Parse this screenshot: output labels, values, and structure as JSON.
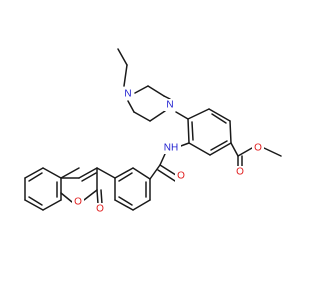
{
  "molecule": {
    "atom_labels": {
      "n_pip_top": "N",
      "n_pip_bottom": "N",
      "n_amide": "NH",
      "o_amide": "O",
      "o_ester_carbonyl": "O",
      "o_ester_ether": "O",
      "o_ring": "O",
      "o_lactone": "O"
    }
  },
  "colors": {
    "bond": "#1a1a1a",
    "nitrogen": "#2020d0",
    "oxygen": "#e01b1b",
    "background": "#ffffff"
  }
}
